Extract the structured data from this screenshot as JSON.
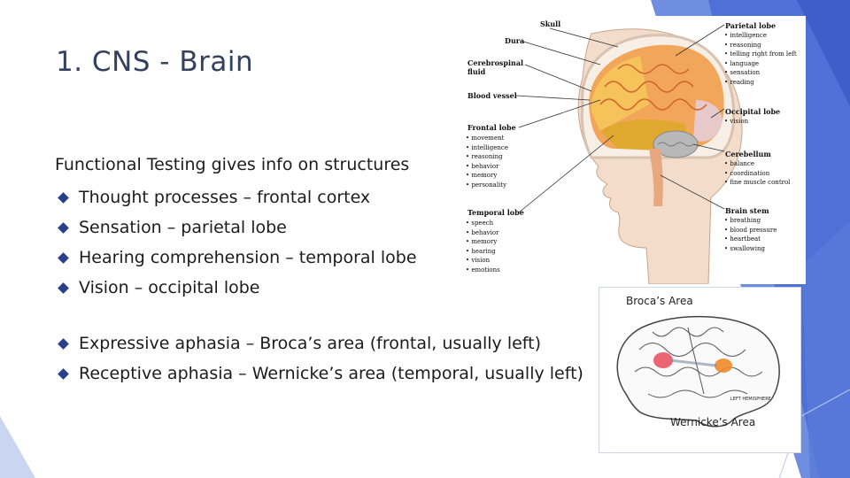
{
  "slide": {
    "title": "1. CNS - Brain",
    "intro": "Functional Testing gives info on structures",
    "bullets": [
      "Thought processes – frontal cortex",
      "Sensation – parietal lobe",
      "Hearing comprehension – temporal lobe",
      "Vision – occipital lobe"
    ],
    "bullets2": [
      "Expressive aphasia – Broca’s area (frontal, usually left)",
      "Receptive aphasia – Wernicke’s area (temporal, usually left)"
    ]
  },
  "figure1": {
    "labels": {
      "skull": "Skull",
      "dura": "Dura",
      "csf": "Cerebrospinal fluid",
      "vessel": "Blood vessel"
    },
    "frontal": {
      "title": "Frontal lobe",
      "items": [
        "movement",
        "intelligence",
        "reasoning",
        "behavior",
        "memory",
        "personality"
      ]
    },
    "temporal": {
      "title": "Temporal lobe",
      "items": [
        "speech",
        "behavior",
        "memory",
        "hearing",
        "vision",
        "emotions"
      ]
    },
    "parietal": {
      "title": "Parietal lobe",
      "items": [
        "intelligence",
        "reasoning",
        "telling right from left",
        "language",
        "sensation",
        "reading"
      ]
    },
    "occipital": {
      "title": "Occipital lobe",
      "items": [
        "vision"
      ]
    },
    "cerebellum": {
      "title": "Cerebellum",
      "items": [
        "balance",
        "coordination",
        "fine muscle control"
      ]
    },
    "brainstem": {
      "title": "Brain stem",
      "items": [
        "breathing",
        "blood pressure",
        "heartbeat",
        "swallowing"
      ]
    }
  },
  "figure2": {
    "top_label": "Broca’s Area",
    "bottom_label": "Wernicke’s Area",
    "hemisphere": "LEFT HEMISPHERE"
  },
  "colors": {
    "accent": "#3355bb",
    "title": "#33415c",
    "bullet": "#2a3f8a"
  }
}
